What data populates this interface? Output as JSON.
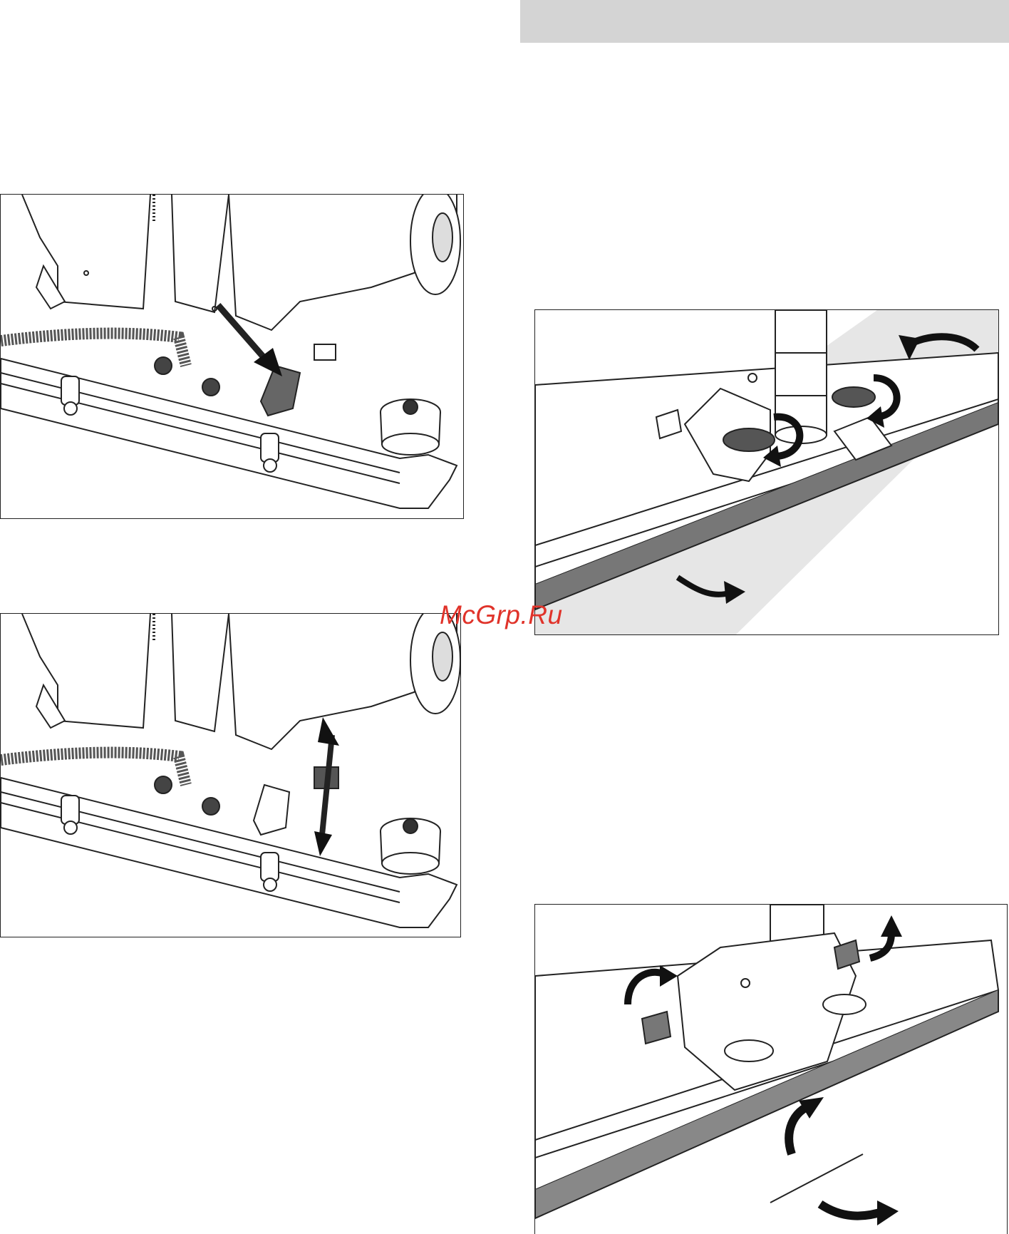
{
  "page": {
    "header_bar_color": "#d4d4d4",
    "background": "#ffffff"
  },
  "figures": [
    {
      "id": "fig1",
      "subject": "squeegee-pedal-press"
    },
    {
      "id": "fig2",
      "subject": "squeegee-pedal-lift"
    },
    {
      "id": "fig3",
      "subject": "squeegee-knob-loosen"
    },
    {
      "id": "fig4",
      "subject": "squeegee-knob-tighten"
    }
  ],
  "watermark": {
    "text": "McGrp.Ru",
    "color": "#e0332a"
  }
}
